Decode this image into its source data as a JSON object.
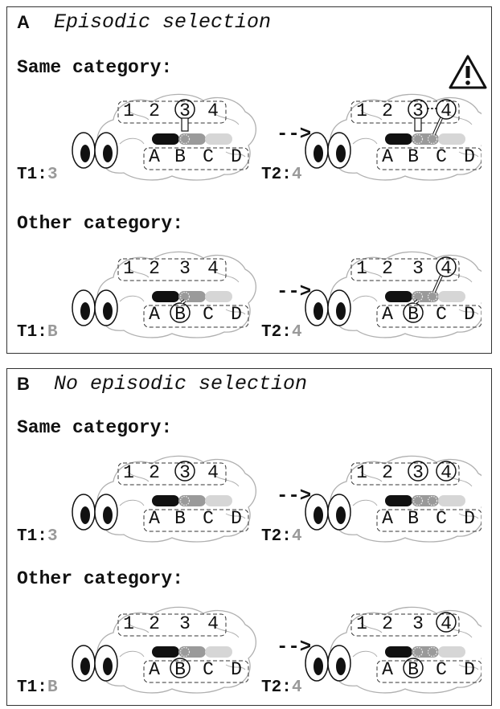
{
  "panels": [
    {
      "letter": "A",
      "title": "Episodic selection",
      "warning_icon": "warning-triangle-icon",
      "rows": [
        {
          "label": "Same category:",
          "arrow": "-->",
          "left": {
            "trial": "T1",
            "value": "3",
            "circled_numbers": [
              3
            ],
            "circled_letters": [],
            "links_to_b": [
              3
            ]
          },
          "right": {
            "trial": "T2",
            "value": "4",
            "circled_numbers": [
              3,
              4
            ],
            "circled_letters": [],
            "links_to_b": [
              3
            ],
            "links_to_c": [
              4
            ],
            "connector_3_4": true
          }
        },
        {
          "label": "Other category:",
          "arrow": "-->",
          "left": {
            "trial": "T1",
            "value": "B",
            "circled_numbers": [],
            "circled_letters": [
              "B"
            ],
            "links_to_b": [],
            "letter_link": "B"
          },
          "right": {
            "trial": "T2",
            "value": "4",
            "circled_numbers": [
              4
            ],
            "circled_letters": [
              "B"
            ],
            "letter_link": "B",
            "links_to_c": [
              4
            ]
          }
        }
      ]
    },
    {
      "letter": "B",
      "title": "No episodic selection",
      "rows": [
        {
          "label": "Same category:",
          "arrow": "-->",
          "left": {
            "trial": "T1",
            "value": "3",
            "circled_numbers": [
              3
            ],
            "circled_letters": []
          },
          "right": {
            "trial": "T2",
            "value": "4",
            "circled_numbers": [
              3,
              4
            ],
            "circled_letters": []
          }
        },
        {
          "label": "Other category:",
          "arrow": "-->",
          "left": {
            "trial": "T1",
            "value": "B",
            "circled_numbers": [],
            "circled_letters": [
              "B"
            ]
          },
          "right": {
            "trial": "T2",
            "value": "4",
            "circled_numbers": [
              4
            ],
            "circled_letters": [
              "B"
            ]
          }
        }
      ]
    }
  ],
  "numbers": [
    "1",
    "2",
    "3",
    "4"
  ],
  "letters": [
    "A",
    "B",
    "C",
    "D"
  ],
  "colors": {
    "bar_dark": "#111111",
    "bar_mid": "#9a9a9a",
    "bar_light": "#d6d6d6",
    "value_gray": "#9a9a9a",
    "brain_stroke": "#b0b0b0"
  }
}
